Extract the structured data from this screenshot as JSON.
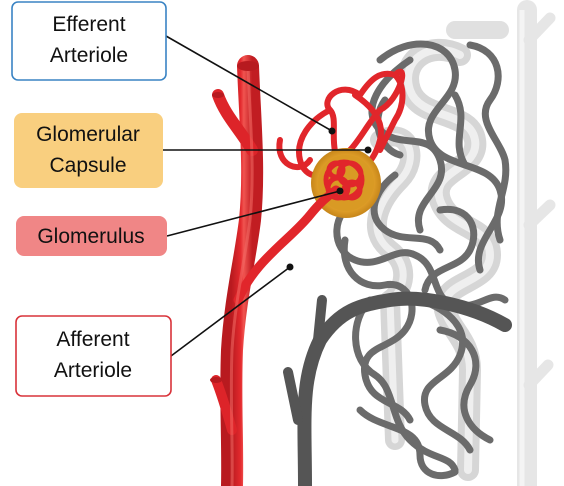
{
  "labels": {
    "efferent": {
      "lines": [
        "Efferent",
        "Arteriole"
      ],
      "border": "#3a84c4",
      "fill": "#ffffff"
    },
    "capsule": {
      "lines": [
        "Glomerular",
        "Capsule"
      ],
      "border": "#f7c66b",
      "fill": "#f9cf7f"
    },
    "glomerulus": {
      "lines": [
        "Glomerulus"
      ],
      "border": "#ee7b7b",
      "fill": "#f08686"
    },
    "afferent": {
      "lines": [
        "Afferent",
        "Arteriole"
      ],
      "border": "#d9333a",
      "fill": "#ffffff"
    }
  },
  "colors": {
    "artery": "#e1262b",
    "artery_highlight": "#f4625f",
    "capsule": "#e9a82e",
    "tubule_dark": "#555555",
    "tubule_mid": "#7d7d7d",
    "tubule_light": "#dcdcdc",
    "vein_light": "#e3e3e3",
    "leader": "#111111"
  }
}
